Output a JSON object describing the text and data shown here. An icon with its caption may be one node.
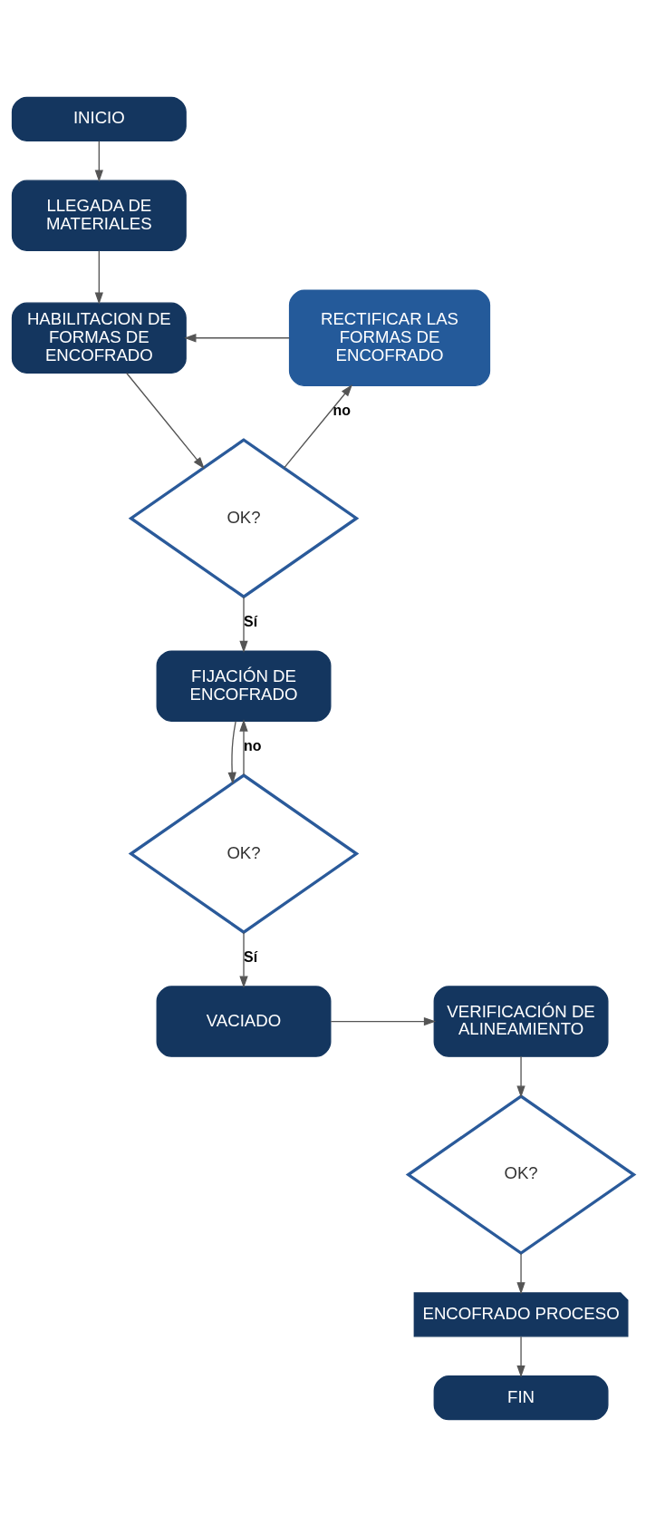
{
  "diagram": {
    "nodes": [
      {
        "text": [
          "INICIO"
        ]
      },
      {
        "text": [
          "LLEGADA DE MATERIALES"
        ]
      },
      {
        "text": [
          "HABILITACION DE FORMAS DE ENCOFRADO"
        ]
      },
      {
        "text": [
          "RECTIFICAR LAS FORMAS DE ENCOFRADO"
        ]
      },
      {
        "text": [
          "OK?"
        ]
      },
      {
        "text": [
          "FIJACIÓN DE ENCOFRADO"
        ]
      },
      {
        "text": [
          "OK?"
        ]
      },
      {
        "text": [
          "VACIADO"
        ]
      },
      {
        "text": [
          "VERIFICACIÓN DE ALINEAMIENTO"
        ]
      },
      {
        "text": [
          "OK?"
        ]
      },
      {
        "text": [
          "ENCOFRADO PROCESO"
        ]
      },
      {
        "text": [
          "FIN"
        ]
      }
    ],
    "edges": [
      {
        "from": 0,
        "to": 1,
        "arrow": "to"
      },
      {
        "from": 1,
        "to": 2,
        "arrow": "to"
      },
      {
        "from": 2,
        "to": 4,
        "arrow": "to"
      },
      {
        "from": 4,
        "to": 3,
        "arrow": "to",
        "label": "no"
      },
      {
        "from": 3,
        "to": 2,
        "arrow": "to"
      },
      {
        "from": 4,
        "to": 5,
        "arrow": "to",
        "label": "Sí"
      },
      {
        "from": 5,
        "to": 6,
        "arrow": "to"
      },
      {
        "from": 6,
        "to": 5,
        "arrow": "to",
        "label": "no"
      },
      {
        "from": 6,
        "to": 7,
        "arrow": "to",
        "label": "Sí"
      },
      {
        "from": 7,
        "to": 8,
        "arrow": "to"
      },
      {
        "from": 8,
        "to": 9,
        "arrow": "to"
      },
      {
        "from": 9,
        "to": 10,
        "arrow": "to"
      },
      {
        "from": 10,
        "to": 11,
        "arrow": "to"
      }
    ]
  }
}
